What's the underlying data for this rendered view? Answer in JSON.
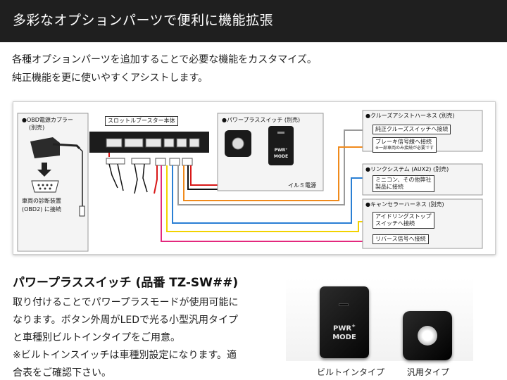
{
  "header": {
    "title": "多彩なオプションパーツで便利に機能拡張"
  },
  "intro": {
    "line1": "各種オプションパーツを追加することで必要な機能をカスタマイズ。",
    "line2": "純正機能を更に使いやすくアシストします。"
  },
  "diagram": {
    "obd_coupler": "●OBD電源カプラー",
    "obd_coupler_sub": "(別売)",
    "car_diag_1": "車両の診断装置",
    "car_diag_2": "(OBD2) に接続",
    "booster": "スロットルブースター本体",
    "power_plus_switch": "●パワープラススイッチ (別売)",
    "illumi": "イルミ電源",
    "cruise_harness": "●クルーズアシストハーネス (別売)",
    "cruise_switch": "純正クルーズスイッチへ接続",
    "brake_1": "ブレーキ信号線へ接続",
    "brake_2": "※一部車両のみ接続が必要です",
    "link_system": "●リンクシステム (AUX2) (別売)",
    "minicon_1": "ミニコン、その他弊社",
    "minicon_2": "製品に接続",
    "canceler": "●キャンセラーハーネス (別売)",
    "idling_1": "アイドリングストップ",
    "idling_2": "スイッチへ接続",
    "reverse": "リバース信号へ接続",
    "wire_colors": {
      "orange": "#f08a1c",
      "blue": "#2a7fd4",
      "yellow": "#f2d200",
      "magenta": "#e3287d",
      "red": "#d81818",
      "black": "#111111",
      "gray": "#9a9a9a"
    }
  },
  "switch_section": {
    "title": "パワープラススイッチ (品番 TZ-SW##)",
    "desc1": "取り付けることでパワープラスモードが使用可能に",
    "desc2": "なります。ボタン外周がLEDで光る小型汎用タイプ",
    "desc3": "と車種別ビルトインタイプをご用意。",
    "desc4": "※ビルトインスイッチは車種別設定になります。適",
    "desc5": "合表をご確認下さい。",
    "pwr_label": "PWR",
    "mode_label": "MODE",
    "caption_builtin": "ビルトインタイプ",
    "caption_generic": "汎用タイプ"
  }
}
